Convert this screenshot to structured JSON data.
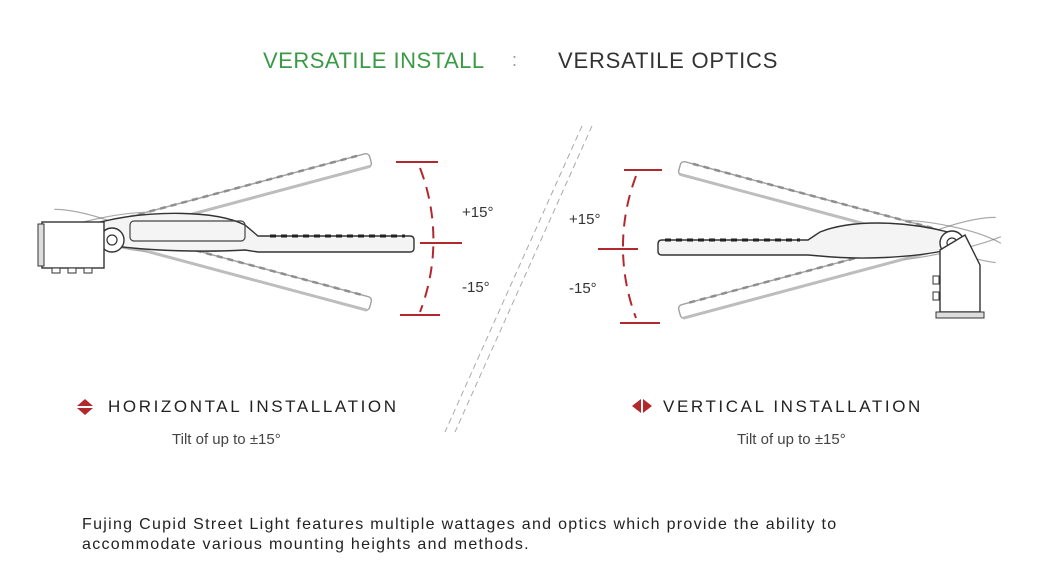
{
  "header": {
    "left": "VERSATILE  INSTALL",
    "separator": ":",
    "right": "VERSATILE   OPTICS",
    "left_color": "#3a9a45",
    "right_color": "#333333"
  },
  "accent_color": "#b3282d",
  "horizontal": {
    "icon": "up-down-arrows-icon",
    "title": "HORIZONTAL  INSTALLATION",
    "subtitle": "Tilt of  up to ±15°",
    "plus_label": "+15°",
    "minus_label": "-15°"
  },
  "vertical": {
    "icon": "left-right-arrows-icon",
    "title": "VERTICAL  INSTALLATION",
    "subtitle": "Tilt of up to ±15°",
    "plus_label": "+15°",
    "minus_label": "-15°"
  },
  "description": {
    "line1": "Fujing  Cupid Street Light features multiple wattages and optics which provide the ability to",
    "line2": "accommodate various mounting heights and methods."
  }
}
